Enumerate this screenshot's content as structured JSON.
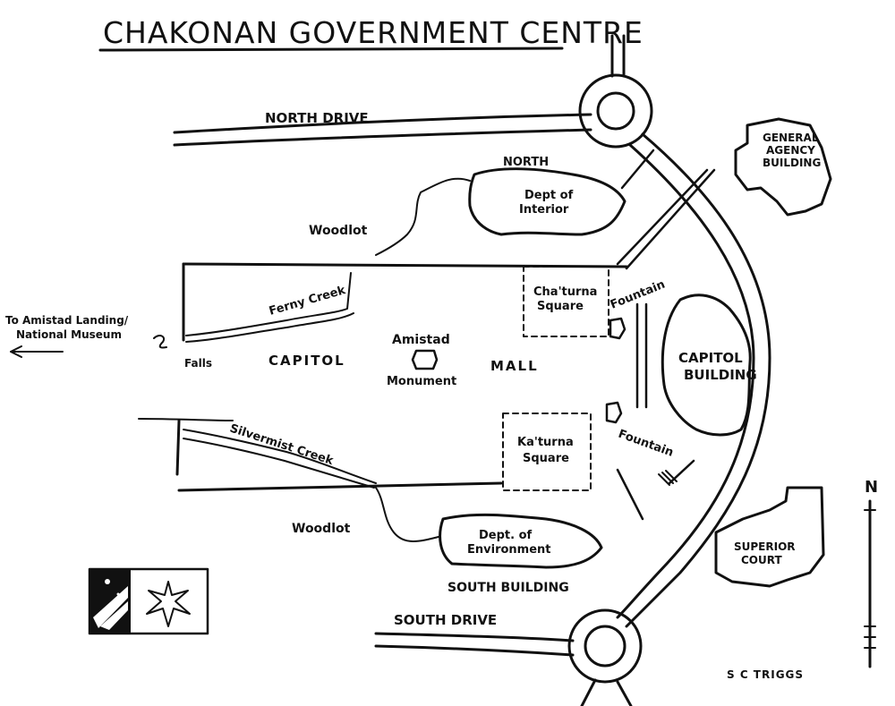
{
  "title": "CHAKONAN GOVERNMENT CENTRE",
  "roads": {
    "north": "NORTH DRIVE",
    "south": "SOUTH DRIVE"
  },
  "buildings": {
    "general_agency": [
      "GENERAL",
      "AGENCY",
      "BUILDING"
    ],
    "dept_interior": [
      "Dept of",
      "Interior"
    ],
    "north_label": "NORTH",
    "capitol": [
      "CAPITOL",
      "BUILDING"
    ],
    "dept_environment": [
      "Dept. of",
      "Environment"
    ],
    "south_building": "SOUTH BUILDING",
    "superior_court": [
      "SUPERIOR",
      "COURT"
    ]
  },
  "squares": {
    "chaturna": [
      "Cha'turna",
      "Square"
    ],
    "katurna": [
      "Ka'turna",
      "Square"
    ]
  },
  "features": {
    "fountain_north": "Fountain",
    "fountain_south": "Fountain",
    "monument": [
      "Amistad",
      "Monument"
    ],
    "woodlot_north": "Woodlot",
    "woodlot_south": "Woodlot",
    "ferny_creek": "Ferny Creek",
    "silvermist_creek": "Silvermist Creek",
    "falls": "Falls",
    "capitol_word": "CAPITOL",
    "mall_word": "MALL",
    "directions": [
      "To Amistad Landing/",
      "National Museum"
    ],
    "north_arrow": "N"
  },
  "artist": "S C TRIGGS"
}
